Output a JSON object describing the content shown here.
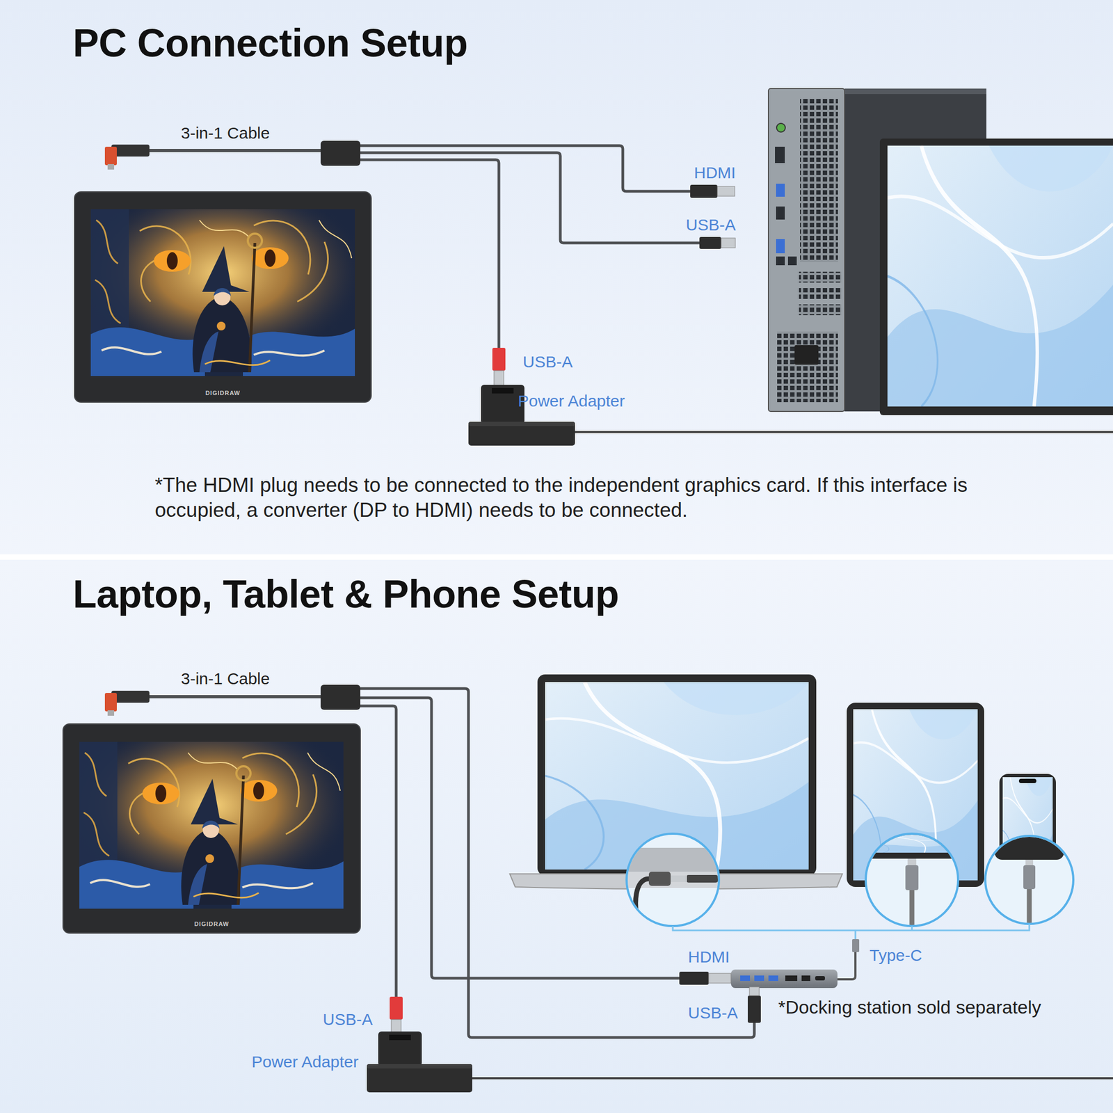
{
  "diagram": {
    "nodes": [
      {
        "text": [
          "PC Connection Setup"
        ]
      },
      {
        "text": [
          "DIGIDRAW"
        ],
        "in": 0
      },
      {
        "text": [
          "Laptop, Tablet & Phone Setup"
        ]
      },
      {
        "text": [
          "DIGIDRAW"
        ],
        "in": 2
      }
    ],
    "labels": [
      "3-in-1 Cable",
      "HDMI",
      "USB-A",
      "USB-A",
      "Power Adapter",
      "*The HDMI plug needs to be connected to the independent graphics card. If this interface is occupied, a converter (DP to HDMI) needs to be connected.",
      "3-in-1 Cable",
      "HDMI",
      "Type-C",
      "USB-A",
      "*Docking station sold separately",
      "USB-A",
      "Power Adapter"
    ]
  }
}
